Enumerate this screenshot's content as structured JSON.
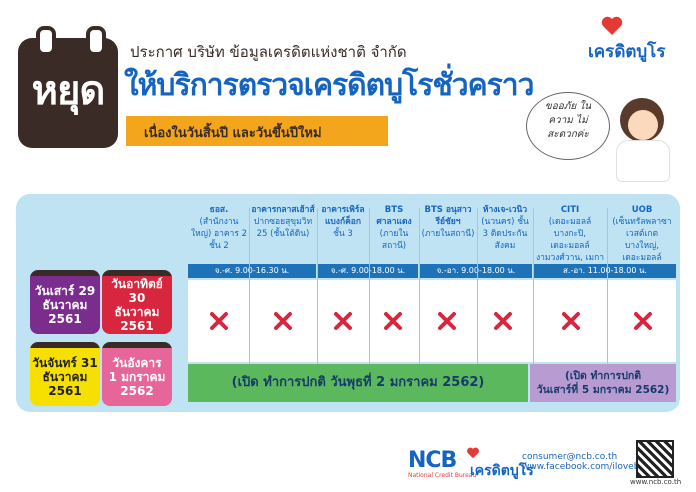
{
  "header": {
    "stop_word": "หยุด",
    "announcement": "ประกาศ บริษัท ข้อมูลเครดิตแห่งชาติ จำกัด",
    "headline": "ให้บริการตรวจเครดิตบูโรชั่วคราว",
    "subline": "เนื่องในวันสิ้นปี และวันขึ้นปีใหม่",
    "brand": "เครดิตบูโร",
    "bubble": "ขออภัย ในความ ไม่สะดวกค่ะ"
  },
  "columns": [
    {
      "title": "ธอส.",
      "detail": "(สำนักงานใหญ่) อาคาร 2 ชั้น 2"
    },
    {
      "title": "อาคารกลาสเฮ้าส์",
      "detail": "ปากซอยสุขุมวิท 25 (ชั้นใต้ดิน)"
    },
    {
      "title": "อาคารเพิร์ล แบงก์ค็อก",
      "detail": "ชั้น 3"
    },
    {
      "title": "BTS ศาลาแดง",
      "detail": "(ภายในสถานี)"
    },
    {
      "title": "BTS อนุสาวรีย์ชัยฯ",
      "detail": "(ภายในสถานี)"
    },
    {
      "title": "ห้างเจ-เวนิว",
      "detail": "(นวนคร) ชั้น 3 ติดประกันสังคม"
    },
    {
      "title": "CITI",
      "detail": "(เดอะมอลล์ บางกะปิ, เดอะมอลล์ งามวงศ์วาน, เมกา บางนา)"
    },
    {
      "title": "UOB",
      "detail": "(เซ็นทรัลพลาซา เวสต์เกต บางใหญ่, เดอะมอลล์ ท่าพระ)"
    }
  ],
  "hours": [
    "จ.-ศ. 9.00-16.30 น.",
    "จ.-ศ. 9.00-18.00 น.",
    "จ.-อา. 9.00-18.00 น.",
    "ส.-อา. 11.00-18.00 น."
  ],
  "dates": [
    {
      "line1": "วันเสาร์ 29",
      "line2": "ธันวาคม",
      "line3": "2561",
      "color": "#7b2d8e"
    },
    {
      "line1": "วันอาทิตย์ 30",
      "line2": "ธันวาคม",
      "line3": "2561",
      "color": "#d7263d"
    },
    {
      "line1": "วันจันทร์ 31",
      "line2": "ธันวาคม",
      "line3": "2561",
      "color": "#f5e000"
    },
    {
      "line1": "วันอังคาร",
      "line2": "1 มกราคม",
      "line3": "2562",
      "color": "#e6669a"
    }
  ],
  "reopen_green": "(เปิด ทำการปกติ วันพุธที่ 2 มกราคม 2562)",
  "reopen_purple_1": "(เปิด ทำการปกติ",
  "reopen_purple_2": "วันเสาร์ที่ 5 มกราคม 2562)",
  "footer": {
    "ncb": "NCB",
    "ncb_sub": "National Credit Bureau",
    "brand": "เครดิตบูโร",
    "email": "consumer@ncb.co.th",
    "facebook": "www.facebook.com/ilovebureau",
    "url": "www.ncb.co.th"
  },
  "colors": {
    "accent": "#1565c0",
    "orange": "#f3a51c",
    "panel": "#bfe3f3",
    "green": "#5cb85c",
    "purple": "#b79bd1",
    "x": "#d7263d"
  }
}
